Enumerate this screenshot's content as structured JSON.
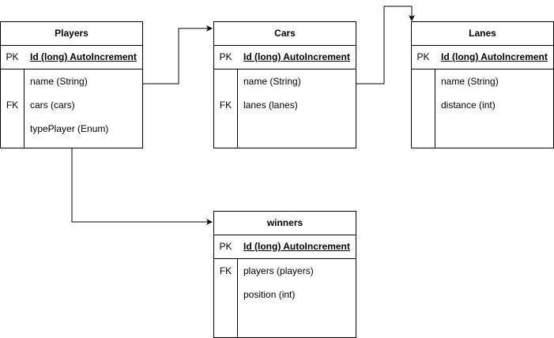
{
  "entities": {
    "players": {
      "title": "Players",
      "pk": {
        "key": "PK",
        "name": "Id (long) AutoIncrement"
      },
      "attrs": [
        {
          "key": "",
          "name": "name (String)"
        },
        {
          "key": "FK",
          "name": "cars (cars)"
        },
        {
          "key": "",
          "name": "typePlayer (Enum)"
        }
      ]
    },
    "cars": {
      "title": "Cars",
      "pk": {
        "key": "PK",
        "name": "Id (long) AutoIncrement"
      },
      "attrs": [
        {
          "key": "",
          "name": "name (String)"
        },
        {
          "key": "FK",
          "name": "lanes (lanes)"
        }
      ]
    },
    "lanes": {
      "title": "Lanes",
      "pk": {
        "key": "PK",
        "name": "Id (long) AutoIncrement"
      },
      "attrs": [
        {
          "key": "",
          "name": "name (String)"
        },
        {
          "key": "",
          "name": "distance (int)"
        }
      ]
    },
    "winners": {
      "title": "winners",
      "pk": {
        "key": "PK",
        "name": "Id (long) AutoIncrement"
      },
      "attrs": [
        {
          "key": "FK",
          "name": "players (players)"
        },
        {
          "key": "",
          "name": "position (int)"
        }
      ]
    }
  },
  "relationships": [
    {
      "from": "Players",
      "to": "Cars"
    },
    {
      "from": "Cars",
      "to": "Lanes"
    },
    {
      "from": "Players",
      "to": "winners"
    }
  ],
  "colors": {
    "line": "#000000",
    "background": "#ffffff"
  }
}
